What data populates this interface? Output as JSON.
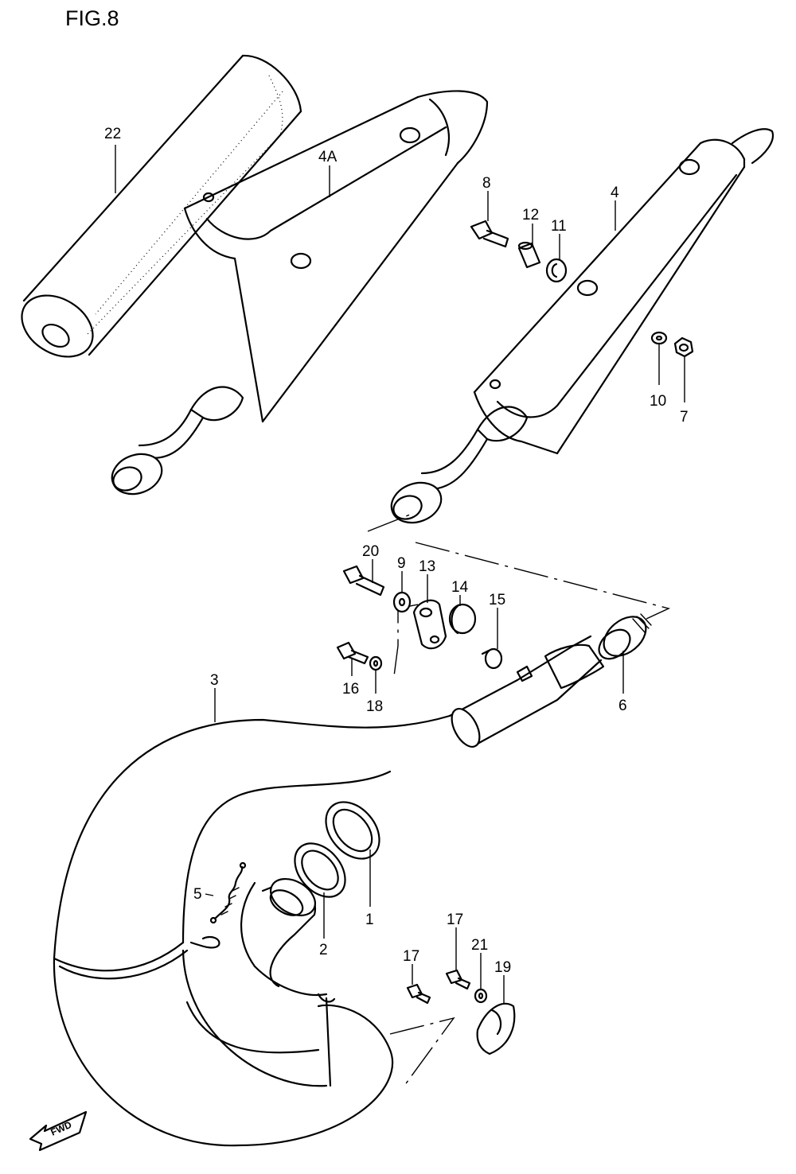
{
  "figure": {
    "title": "FIG.8"
  },
  "parts": [
    {
      "id": "22",
      "label": "22"
    },
    {
      "id": "4A",
      "label": "4A"
    },
    {
      "id": "8",
      "label": "8"
    },
    {
      "id": "12",
      "label": "12"
    },
    {
      "id": "11",
      "label": "11"
    },
    {
      "id": "4",
      "label": "4"
    },
    {
      "id": "10",
      "label": "10"
    },
    {
      "id": "7",
      "label": "7"
    },
    {
      "id": "20",
      "label": "20"
    },
    {
      "id": "9",
      "label": "9"
    },
    {
      "id": "13",
      "label": "13"
    },
    {
      "id": "14",
      "label": "14"
    },
    {
      "id": "15",
      "label": "15"
    },
    {
      "id": "16",
      "label": "16"
    },
    {
      "id": "18",
      "label": "18"
    },
    {
      "id": "3",
      "label": "3"
    },
    {
      "id": "6",
      "label": "6"
    },
    {
      "id": "5",
      "label": "5"
    },
    {
      "id": "1",
      "label": "1"
    },
    {
      "id": "2",
      "label": "2"
    },
    {
      "id": "17a",
      "label": "17"
    },
    {
      "id": "17b",
      "label": "17"
    },
    {
      "id": "21",
      "label": "21"
    },
    {
      "id": "19",
      "label": "19"
    }
  ],
  "direction_badge": {
    "text": "FWD"
  }
}
